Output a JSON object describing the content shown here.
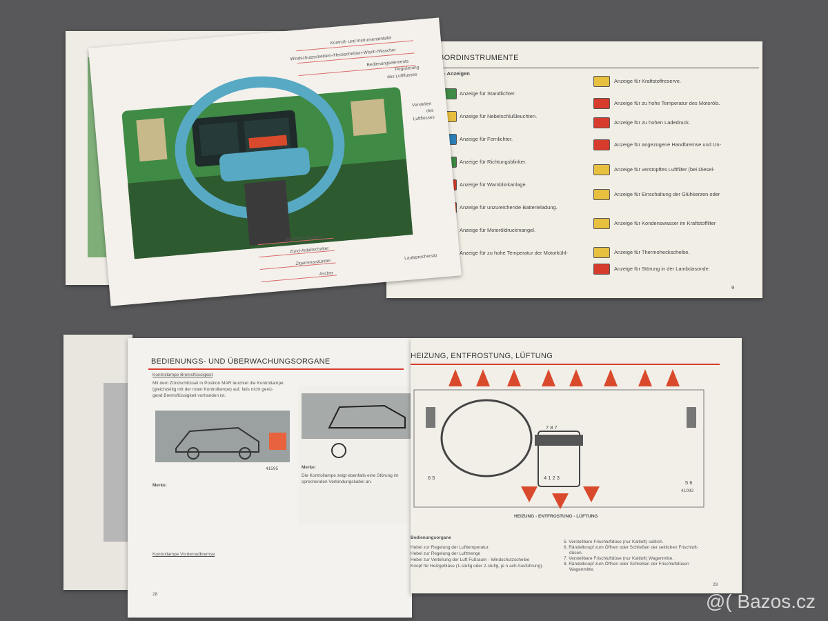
{
  "top_right": {
    "title": "BORDINSTRUMENTE",
    "section": "A - Anzeigen",
    "page_number": "9",
    "left_items": [
      "Anzeige für Standlichter.",
      "Anzeige für Nebelschlußleuchten.",
      "Anzeige für Fernlichter.",
      "Anzeige für Richtungsblinker.",
      "Anzeige für Warnblinkanlage.",
      "Anzeige für unzureichende Batterieladung.",
      "Anzeige für Motoröldruckmangel.",
      "Anzeige für zu hohe Temperatur der Motorkühl-"
    ],
    "right_items": [
      "Anzeige für Kraftstoffreserve.",
      "Anzeige für zu hohe Temperatur des Motoröls.",
      "Anzeige für zu hohen Ladedruck.",
      "Anzeige für angezogene Handbremse und Un-",
      "Anzeige für verstopftes Luftfilter (bei Diesel-",
      "Anzeige für Einschaltung der Glühkerzen oder",
      "Anzeige für Kondenswasser im Kraftstoffilter",
      "Anzeige für Thermoheckscheibe.",
      "Anzeige für Störung in der Lambdasonde."
    ],
    "icon_colors": [
      "#e8c040",
      "#d63b2c",
      "#d63b2c",
      "#d63b2c",
      "#e8c040",
      "#e8c040",
      "#e8c040",
      "#e8c040",
      "#d63b2c"
    ]
  },
  "top_left": {
    "labels_top": [
      "Kontroll- und Instrumententafel",
      "Windschutzscheiben-/Heckscheiben-Wisch-/Wascher",
      "Bedienungselements",
      "Regulierung",
      "des Luftflusses"
    ],
    "label_right": [
      "Verstellen",
      "des",
      "Luftflusses"
    ],
    "labels_bottom": [
      "Signalhorndrücker",
      "Zünd-Anlaßschalter",
      "Zigarrenanzünder",
      "Ascher"
    ],
    "label_speaker": "Lautsprechersitz"
  },
  "bottom_left": {
    "title": "BEDIENUNGS- UND ÜBERWACHUNGSORGANE",
    "subtitle": "Kontrollampe Bremsflüssigkeit",
    "para1": [
      "Mit dem Zündschlüssel in Position MAR leuchtet die Kontrollampe",
      "(gleichzeitig mit der roten Kontrollampe) auf, falls nicht genü-",
      "gend Bremsflüssigkeit vorhanden ist."
    ],
    "fig_code": "41595",
    "note_label": "Merke:",
    "subtitle2": "Kontrollampe Vorderradbremse",
    "page_number": "28"
  },
  "bottom_mid": {
    "note_label": "Merke:",
    "note_text": [
      "Die Kontrollampe zeigt ebenfalls eine Störung im",
      "sprechenden Verbindungskabel an."
    ]
  },
  "bottom_right": {
    "title": "HEIZUNG, ENTFROSTUNG, LÜFTUNG",
    "digits_top": "7 8 7",
    "digits_left": "6 5",
    "digits_right": "5 6",
    "digits_mid": "4 1 2 3",
    "fig_code": "41092",
    "caption": "HEIZUNG - ENTFROSTUNG - LÜFTUNG",
    "section": "Bedienungsorgane",
    "left_list": [
      "Hebel zur Regelung der Lufttemperatur.",
      "Hebel zur Regelung der Luftmenge",
      "Hebel zur Verteilung der Luft Fußraum - Windschutzscheibe",
      "Knopf für Heizgebläse (1-stufig oder 2-stufig, je n ach Ausführung)."
    ],
    "right_list": [
      "5. Verstellbare Frischluftdüse (nur Kaltluft) seitlich.",
      "6. Rändelknopf zum Öffnen oder Schließen der seitlichen Frischluft-",
      "düsen.",
      "7. Verstellbare Frischluftdüse (nur Kaltluft) Wagenmitte.",
      "8. Rändelknopf zum Öffnen oder Schließen der Frischluftdüsen",
      "Wagenmitte."
    ],
    "page_number": "29"
  },
  "watermark": "@( Bazos.cz"
}
